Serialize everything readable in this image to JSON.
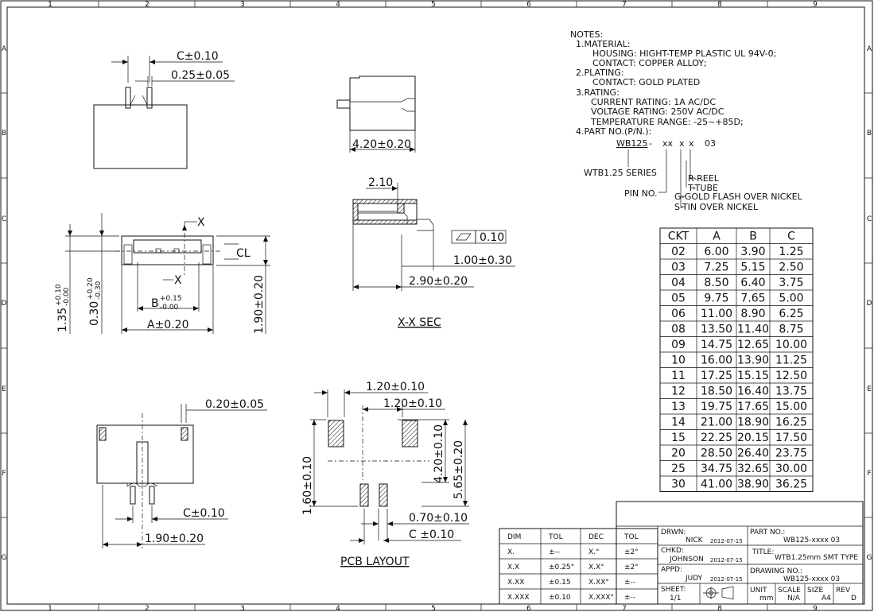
{
  "grid": {
    "columns": [
      "1",
      "2",
      "3",
      "4",
      "5",
      "6",
      "7",
      "8",
      "9"
    ],
    "rows": [
      "A",
      "B",
      "C",
      "D",
      "E",
      "F",
      "G"
    ]
  },
  "notes": {
    "title": "NOTES:",
    "lines": [
      "1.MATERIAL:",
      "HOUSING: HIGHT-TEMP PLASTIC UL 94V-0;",
      "CONTACT: COPPER ALLOY;",
      "2.PLATING:",
      "CONTACT: GOLD PLATED",
      "3.RATING:",
      "CURRENT RATING: 1A AC/DC",
      "VOLTAGE RATING: 250V AC/DC",
      "TEMPERATURE RANGE: -25~+85D;",
      "4.PART NO.(P/N.):"
    ],
    "part_code": {
      "prefix": "WB125",
      "dash": "-",
      "xx": "xx",
      "x1": "x",
      "x2": "x",
      "suffix": "03"
    },
    "callouts": {
      "series": "WTB1.25 SERIES",
      "pin_no": "PIN NO.",
      "reel": "R-REEL",
      "tube": "T-TUBE",
      "gold": "G-GOLD FLASH OVER NICKEL",
      "tin": "S-TIN OVER NICKEL"
    }
  },
  "dims": {
    "c_pitch": "C±0.10",
    "pin_width": "0.25±0.05",
    "side_width": "4.20±0.20",
    "x_marker": "X",
    "centerline": "CL",
    "b_dim": "B",
    "b_tol_plus": "+0.15",
    "b_tol_minus": "-0.00",
    "a_dim": "A±0.20",
    "dim_135": "1.35",
    "dim_135_tol_plus": "+0.10",
    "dim_135_tol_minus": "-0.00",
    "dim_030": "0.30",
    "dim_030_tol_plus": "+0.20",
    "dim_030_tol_minus": "-0.30",
    "dim_190_vert": "1.90±0.20",
    "sec_210": "2.10",
    "flatness": "0.10",
    "sec_100": "1.00±0.30",
    "sec_290": "2.90±0.20",
    "sec_label": "X-X SEC",
    "bottom_020": "0.20±0.05",
    "bottom_c": "C±0.10",
    "bottom_190": "1.90±0.20",
    "pcb_120a": "1.20±0.10",
    "pcb_120b": "1.20±0.10",
    "pcb_420": "4.20±0.10",
    "pcb_565": "5.65±0.20",
    "pcb_160": "1.60±0.10",
    "pcb_070": "0.70±0.10",
    "pcb_c": "C ±0.10",
    "pcb_label": "PCB LAYOUT"
  },
  "ckt_table": {
    "headers": [
      "CKT",
      "A",
      "B",
      "C"
    ],
    "rows": [
      [
        "02",
        "6.00",
        "3.90",
        "1.25"
      ],
      [
        "03",
        "7.25",
        "5.15",
        "2.50"
      ],
      [
        "04",
        "8.50",
        "6.40",
        "3.75"
      ],
      [
        "05",
        "9.75",
        "7.65",
        "5.00"
      ],
      [
        "06",
        "11.00",
        "8.90",
        "6.25"
      ],
      [
        "08",
        "13.50",
        "11.40",
        "8.75"
      ],
      [
        "09",
        "14.75",
        "12.65",
        "10.00"
      ],
      [
        "10",
        "16.00",
        "13.90",
        "11.25"
      ],
      [
        "11",
        "17.25",
        "15.15",
        "12.50"
      ],
      [
        "12",
        "18.50",
        "16.40",
        "13.75"
      ],
      [
        "13",
        "19.75",
        "17.65",
        "15.00"
      ],
      [
        "14",
        "21.00",
        "18.90",
        "16.25"
      ],
      [
        "15",
        "22.25",
        "20.15",
        "17.50"
      ],
      [
        "20",
        "28.50",
        "26.40",
        "23.75"
      ],
      [
        "25",
        "34.75",
        "32.65",
        "30.00"
      ],
      [
        "30",
        "41.00",
        "38.90",
        "36.25"
      ]
    ]
  },
  "tol_table": {
    "headers": [
      "DIM",
      "TOL",
      "DEC",
      "TOL"
    ],
    "rows": [
      [
        "X.",
        "±--",
        "X.°",
        "±2°"
      ],
      [
        "X.X",
        "±0.25°",
        "X.X°",
        "±2°"
      ],
      [
        "X.XX",
        "±0.15",
        "X.XX°",
        "±--"
      ],
      [
        "X.XXX",
        "±0.10",
        "X.XXX°",
        "±--"
      ]
    ]
  },
  "title_block": {
    "drwn_label": "DRWN:",
    "drwn_name": "NICK",
    "drwn_date": "2012-07-15",
    "chkd_label": "CHKD:",
    "chkd_name": "JOHNSON",
    "chkd_date": "2012-07-15",
    "appd_label": "APPD:",
    "appd_name": "JUDY",
    "appd_date": "2012-07-15",
    "sheet_label": "SHEET:",
    "sheet_value": "1/1",
    "part_no_label": "PART NO.:",
    "part_no_value": "WB125-xxxx 03",
    "title_label": "TITLE:",
    "title_value": "WTB1.25mm SMT TYPE",
    "drawing_no_label": "DRAWING NO.:",
    "drawing_no_value": "WB125-xxxx 03",
    "unit_label": "UNIT",
    "unit_value": "mm",
    "scale_label": "SCALE",
    "scale_value": "N/A",
    "size_label": "SIZE",
    "size_value": "A4",
    "rev_label": "REV",
    "rev_value": "D"
  }
}
